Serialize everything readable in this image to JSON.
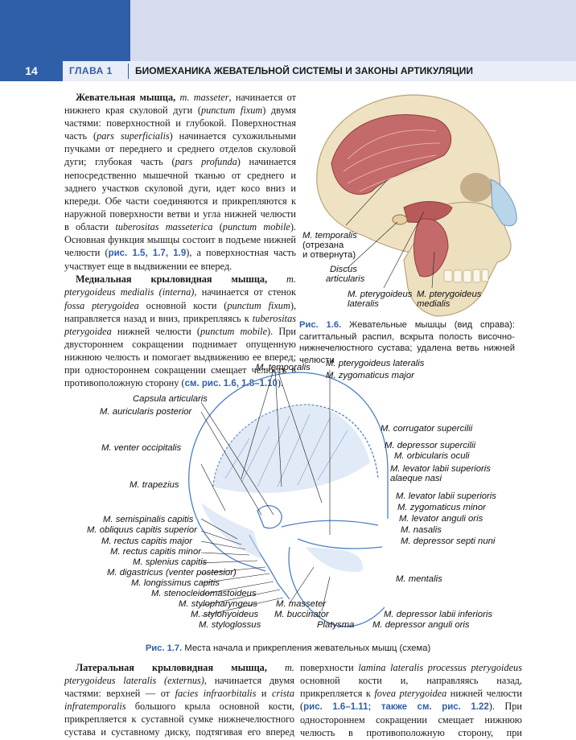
{
  "header": {
    "page_number": "14",
    "chapter": "ГЛАВА 1",
    "chapter_title": "БИОМЕХАНИКА ЖЕВАТЕЛЬНОЙ СИСТЕМЫ И ЗАКОНЫ АРТИКУЛЯЦИИ"
  },
  "left_column": {
    "p1": {
      "t1": "Жевательная мышца,",
      "t2": " m. masseter",
      "t3": ", начинается от нижнего края скуловой дуги (",
      "t4": "punctum fixum",
      "t5": ") двумя частями: поверхностной и глубокой. Поверхностная часть (",
      "t6": "pars superficialis",
      "t7": ") начинается сухожильными пучками от переднего и среднего отделов скуловой дуги; глубокая часть (",
      "t8": "pars profunda",
      "t9": ") начинается непосредственно мышечной тканью от среднего и заднего участков скуловой дуги, идет косо вниз и кпереди. Обе части соединяются и прикрепляются к наружной поверхности ветви и угла нижней челюсти в области ",
      "t10": "tuberositas masseterica",
      "t11": " (",
      "t12": "punctum mobile",
      "t13": "). Основная функция мышцы состоит в подъеме нижней челюсти (",
      "ref": "рис. 1.5, 1.7, 1.9",
      "t14": "), а поверхностная часть участвует еще в выдвижении ее вперед."
    },
    "p2": {
      "t1": "Медиальная крыловидная мышца,",
      "t2": " m. pterygoideus medialis (interna)",
      "t3": ", начинается от стенок ",
      "t4": "fossa pterygoidea",
      "t5": " основной кости (",
      "t6": "punctum fixum",
      "t7": "), направляется назад и вниз, прикрепляясь к ",
      "t8": "tuberositas pterygoidea",
      "t9": " нижней челюсти (",
      "t10": "punctum mobile",
      "t11": "). При двустороннем сокращении поднимает опущенную нижнюю челюсть и помогает выдвижению ее вперед; при одностороннем сокращении смещает челюсть в противоположную сторону (",
      "ref": "см. рис. 1.6, 1.8–1.10",
      "t12": ")."
    }
  },
  "figure_1_6": {
    "labels": {
      "temporalis": "M. temporalis",
      "temporalis_note1": "(отрезана",
      "temporalis_note2": "и отвернута)",
      "discus1": "Discus",
      "discus2": "articularis",
      "ptl1": "M. pterygoideus",
      "ptl2": "lateralis",
      "ptm1": "M. pterygoideus",
      "ptm2": "medialis"
    },
    "caption_num": "Рис. 1.6.",
    "caption_text": " Жевательные мышцы (вид справа): сагиттальный распил, вскрыта полость височно-нижнечелюстного сустава; удалена ветвь нижней челюсти"
  },
  "figure_1_7": {
    "labels": {
      "temporalis": "M. temporalis",
      "pterygoideus_lateralis": "M. pterygoideus lateralis",
      "zygomaticus_major": "M. zygomaticus major",
      "capsula": "Capsula articularis",
      "auricularis": "M. auricularis posterior",
      "corrugator": "M. corrugator supercilii",
      "depressor_supercilii": "M. depressor supercilii",
      "orbicularis": "M. orbicularis oculi",
      "venter_occipitalis": "M. venter occipitalis",
      "levator_alaeque1": "M. levator labii superioris",
      "levator_alaeque2": "alaeque nasi",
      "trapezius": "M. trapezius",
      "levator_labii": "M. levator labii superioris",
      "zygomaticus_minor": "M. zygomaticus minor",
      "semispinalis": "M. semispinalis capitis",
      "levator_anguli": "M. levator anguli oris",
      "obliquus": "M. obliquus capitis superior",
      "nasalis": "M. nasalis",
      "rectus_major": "M. rectus capitis major",
      "depressor_septi": "M. depressor septi nuni",
      "rectus_minor": "M. rectus capitis minor",
      "splenius": "M. splenius capitis",
      "digastricus": "M. digastricus (venter postesior)",
      "mentalis": "M. mentalis",
      "longissimus": "M. longissimus capitis",
      "stenocleido": "M. stenocleidomastoideus",
      "stylopharyngeus": "M. stylopharyngeus",
      "masseter": "M. masseter",
      "depressor_labii": "M. depressor labii inferioris",
      "stylohyoideus": "M. stylohyoideus",
      "buccinator": "M. buccinator",
      "depressor_anguli": "M. depressor anguli oris",
      "styloglossus": "M. styloglossus",
      "platysma": "Platysma"
    },
    "caption_num": "Рис. 1.7.",
    "caption_text": " Места начала и прикрепления жевательных мышц (схема)"
  },
  "bottom_left": {
    "t1": "Латеральная крыловидная мышца,",
    "t2": " m. pterygoideus lateralis (externus)",
    "t3": ", начинается двумя частями: верхней — от ",
    "t4": "facies infraorbitalis",
    "t5": " и ",
    "t6": "crista infratemporalis",
    "t7": " большого крыла основной кости, прикрепляется к суставной сумке нижнечелюстного сустава и суставному диску, подтягивая его вперед при сокращении. Нижняя головка начинается от наружной"
  },
  "bottom_right": {
    "t1": "поверхности ",
    "t2": "lamina lateralis processus pterygoideus",
    "t3": " основной кости и, направляясь назад, прикрепляется к ",
    "t4": "fovea pterygoidea",
    "t5": " нижней челюсти (",
    "ref": "рис. 1.6–1.11; также см. рис. 1.22",
    "t6": "). При одностороннем сокращении смещает нижнюю челюсть в противоположную сторону, при двустороннем — выдвигает ее вперед."
  },
  "colors": {
    "accent_blue": "#2f5fa8",
    "band_light": "#d6dced",
    "diagram_blue": "#4f7fc2",
    "muscle_red": "#c46a6a",
    "bone": "#efe2c2"
  }
}
